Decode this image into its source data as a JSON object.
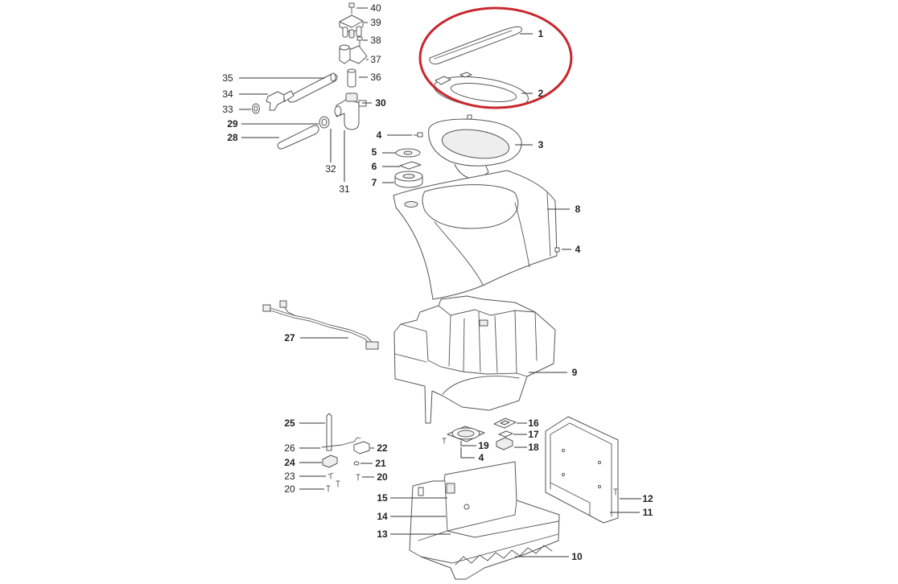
{
  "diagram": {
    "callouts": {
      "p1": "1",
      "p2": "2",
      "p3": "3",
      "p4_bowl": "4",
      "p5": "5",
      "p6": "6",
      "p7": "7",
      "p8": "8",
      "p4_shroud": "4",
      "p9": "9",
      "p10": "10",
      "p11": "11",
      "p12": "12",
      "p13": "13",
      "p14": "14",
      "p15": "15",
      "p16": "16",
      "p17": "17",
      "p18": "18",
      "p19": "19",
      "p4_base": "4",
      "p20_right": "20",
      "p20_left": "20",
      "p21": "21",
      "p22": "22",
      "p23": "23",
      "p24": "24",
      "p25": "25",
      "p26": "26",
      "p27": "27",
      "p28": "28",
      "p29": "29",
      "p30": "30",
      "p31": "31",
      "p32": "32",
      "p33": "33",
      "p34": "34",
      "p35": "35",
      "p36": "36",
      "p37": "37",
      "p38": "38",
      "p39": "39",
      "p40": "40"
    }
  },
  "colors": {
    "highlight": "#c8282f",
    "line_art": "#555555",
    "callout_text": "#222222",
    "background": "#ffffff"
  }
}
